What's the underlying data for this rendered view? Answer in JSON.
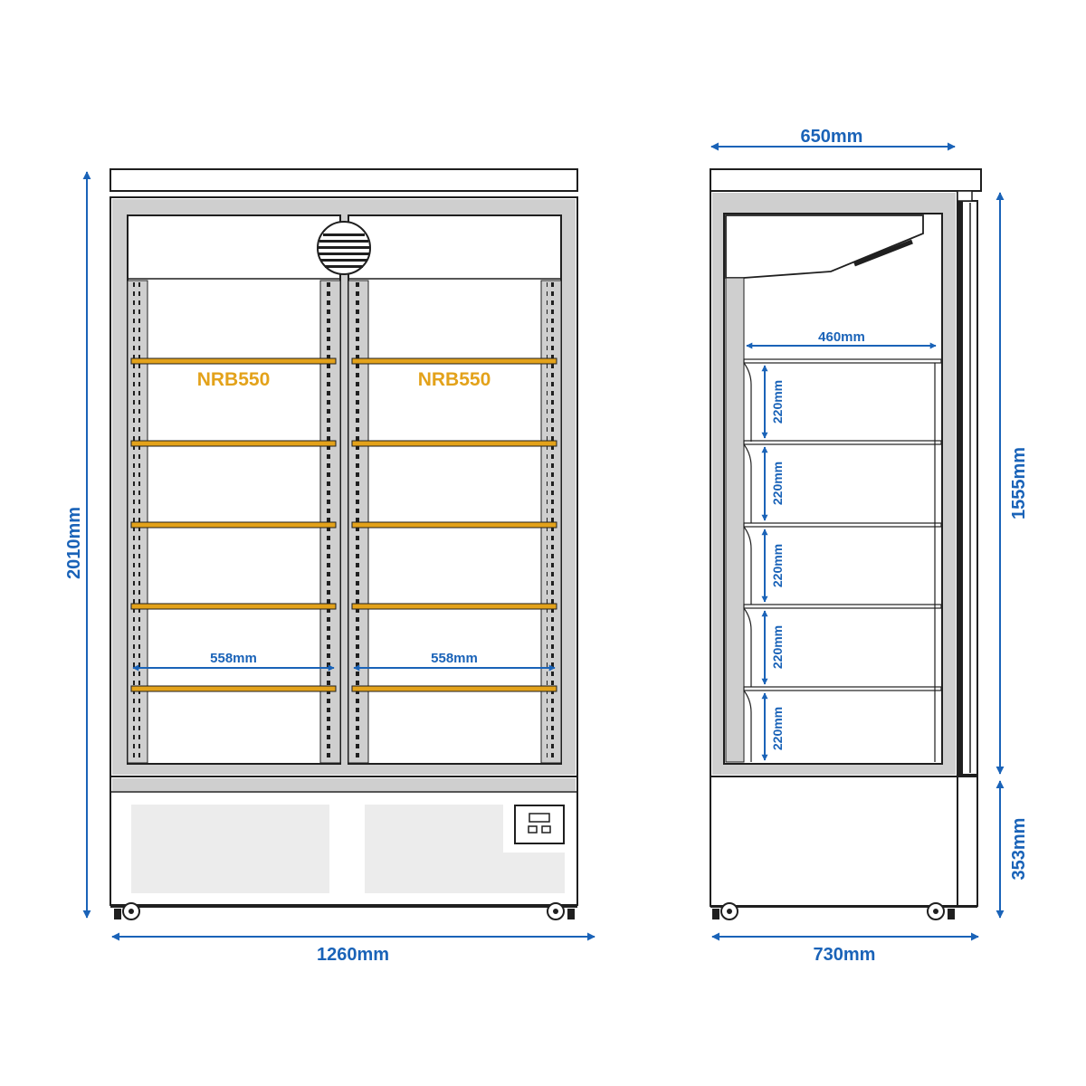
{
  "colors": {
    "dimension": "#1a63b8",
    "model_label": "#e3a21a",
    "shelf": "#e3a21a",
    "outline": "#1f1f1f",
    "frame_fill": "#cfcfcf",
    "panel_fill": "#ececec"
  },
  "front_view": {
    "model_left": "NRB550",
    "model_right": "NRB550",
    "shelf_width_left": "558mm",
    "shelf_width_right": "558mm",
    "total_height": "2010mm",
    "total_width": "1260mm"
  },
  "side_view": {
    "top_depth": "650mm",
    "shelf_depth": "460mm",
    "shelf_spacings": [
      "220mm",
      "220mm",
      "220mm",
      "220mm",
      "220mm"
    ],
    "cabinet_height": "1555mm",
    "base_height": "353mm",
    "total_depth": "730mm"
  }
}
